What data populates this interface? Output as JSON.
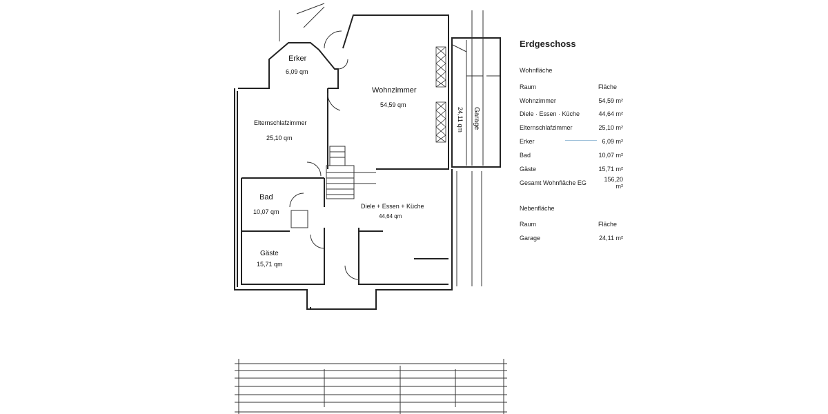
{
  "floorplan": {
    "rooms": [
      {
        "name": "Erker",
        "area": "6,09 qm"
      },
      {
        "name": "Wohnzimmer",
        "area": "54,59 qm"
      },
      {
        "name": "Elternschlafzimmer",
        "area": "25,10 qm"
      },
      {
        "name": "Garage",
        "area": "24,11 qm"
      },
      {
        "name": "Bad",
        "area": "10,07 qm"
      },
      {
        "name": "Diele + Essen + Küche",
        "area": "44,64 qm"
      },
      {
        "name": "Gäste",
        "area": "15,71 qm"
      }
    ]
  },
  "legend": {
    "title": "Erdgeschoss",
    "wohn_section": "Wohnfläche",
    "header_room": "Raum",
    "header_area": "Fläche",
    "wohn_rows": [
      {
        "room": "Wohnzimmer",
        "area": "54,59 m²"
      },
      {
        "room": "Diele · Essen · Küche",
        "area": "44,64 m²"
      },
      {
        "room": "Elternschlafzimmer",
        "area": "25,10 m²"
      },
      {
        "room": "Erker",
        "area": "6,09 m²"
      },
      {
        "room": "Bad",
        "area": "10,07 m²"
      },
      {
        "room": "Gäste",
        "area": "15,71 m²"
      },
      {
        "room": "Gesamt Wohnfläche EG",
        "area": "156,20 m²"
      }
    ],
    "neben_section": "Nebenfläche",
    "neben_rows": [
      {
        "room": "Garage",
        "area": "24,11 m²"
      }
    ]
  }
}
